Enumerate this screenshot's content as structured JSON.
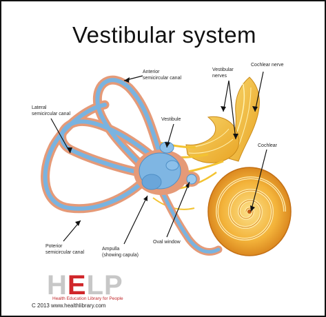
{
  "title": "Vestibular system",
  "labels": {
    "anterior_canal": "Anterior\nsemicircular canal",
    "lateral_canal": "Lateral\nsemicircular canal",
    "vestibular_nerves": "Vestibular\nnerves",
    "cochlear_nerve": "Cochlear nerve",
    "vestibule": "Vestibule",
    "cochlear": "Cochlear",
    "posterior_canal": "Poterior\nsemicircular canal",
    "ampulla": "Ampulla\n(showing capula)",
    "oval_window": "Oval window"
  },
  "logo": {
    "h": "H",
    "e": "E",
    "lp": "LP",
    "tagline": "Health Education Library for People"
  },
  "copyright": "C 2013 www.healthlibrary.com",
  "colors": {
    "canal_outer": "#e59a78",
    "canal_inner": "#79b3e0",
    "nerve": "#f3c331",
    "cochlea": "#f1a629",
    "logo_red": "#d0262a"
  }
}
